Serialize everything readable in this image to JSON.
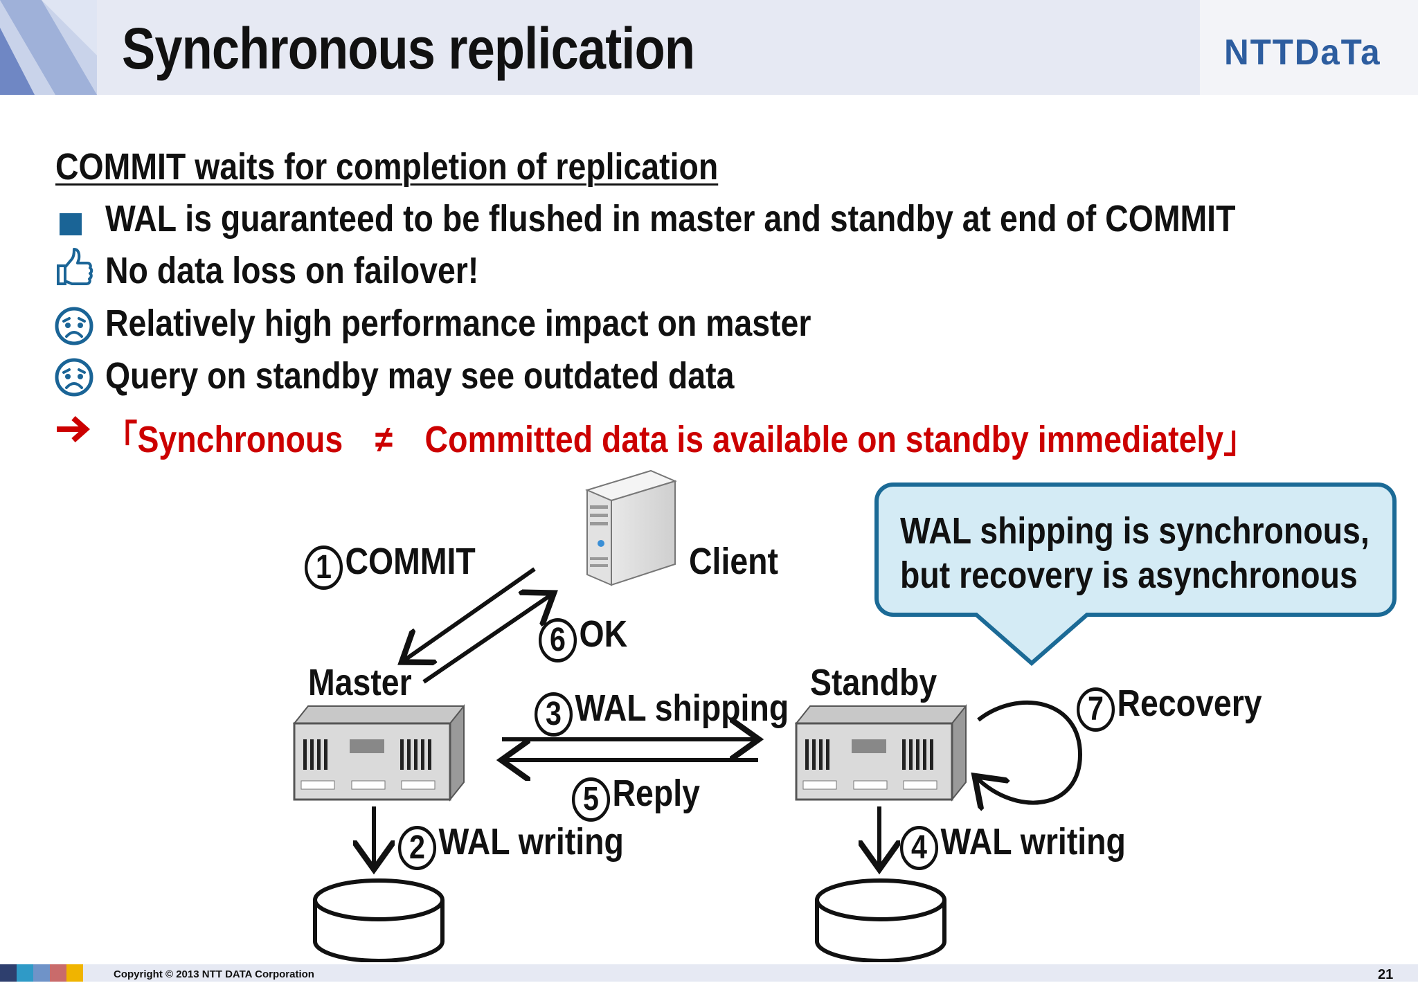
{
  "header": {
    "title": "Synchronous replication",
    "logo_text": "NTTDaTa"
  },
  "body": {
    "heading": "COMMIT waits for completion of replication",
    "bullets": [
      {
        "icon": "square-bullet-icon",
        "text": "WAL is guaranteed to be flushed in master and standby at end of COMMIT"
      },
      {
        "icon": "thumbs-up-icon",
        "text": "No data loss on failover!"
      },
      {
        "icon": "sad-face-icon",
        "text": "Relatively high performance impact on master"
      },
      {
        "icon": "sad-face-icon",
        "text": "Query on standby may see outdated data"
      }
    ],
    "conclusion": "「Synchronous　≠　Committed data is available on standby immediately」"
  },
  "diagram": {
    "client_label": "Client",
    "master_label": "Master",
    "standby_label": "Standby",
    "steps": {
      "s1": {
        "num": "1",
        "label": "COMMIT"
      },
      "s2": {
        "num": "2",
        "label": "WAL writing"
      },
      "s3": {
        "num": "3",
        "label": "WAL shipping"
      },
      "s4": {
        "num": "4",
        "label": "WAL writing"
      },
      "s5": {
        "num": "5",
        "label": "Reply"
      },
      "s6": {
        "num": "6",
        "label": "OK"
      },
      "s7": {
        "num": "7",
        "label": "Recovery"
      }
    },
    "callout_line1": "WAL shipping is synchronous,",
    "callout_line2": "but recovery is asynchronous"
  },
  "footer": {
    "copyright": "Copyright © 2013 NTT DATA Corporation",
    "page_number": "21"
  },
  "colors": {
    "header_bg": "#e6e9f3",
    "logo_blue": "#2d5d9f",
    "bullet_blue": "#1a6496",
    "conclusion_red": "#cc0000",
    "callout_fill": "#d4ebf5",
    "callout_border": "#1b6a96"
  }
}
